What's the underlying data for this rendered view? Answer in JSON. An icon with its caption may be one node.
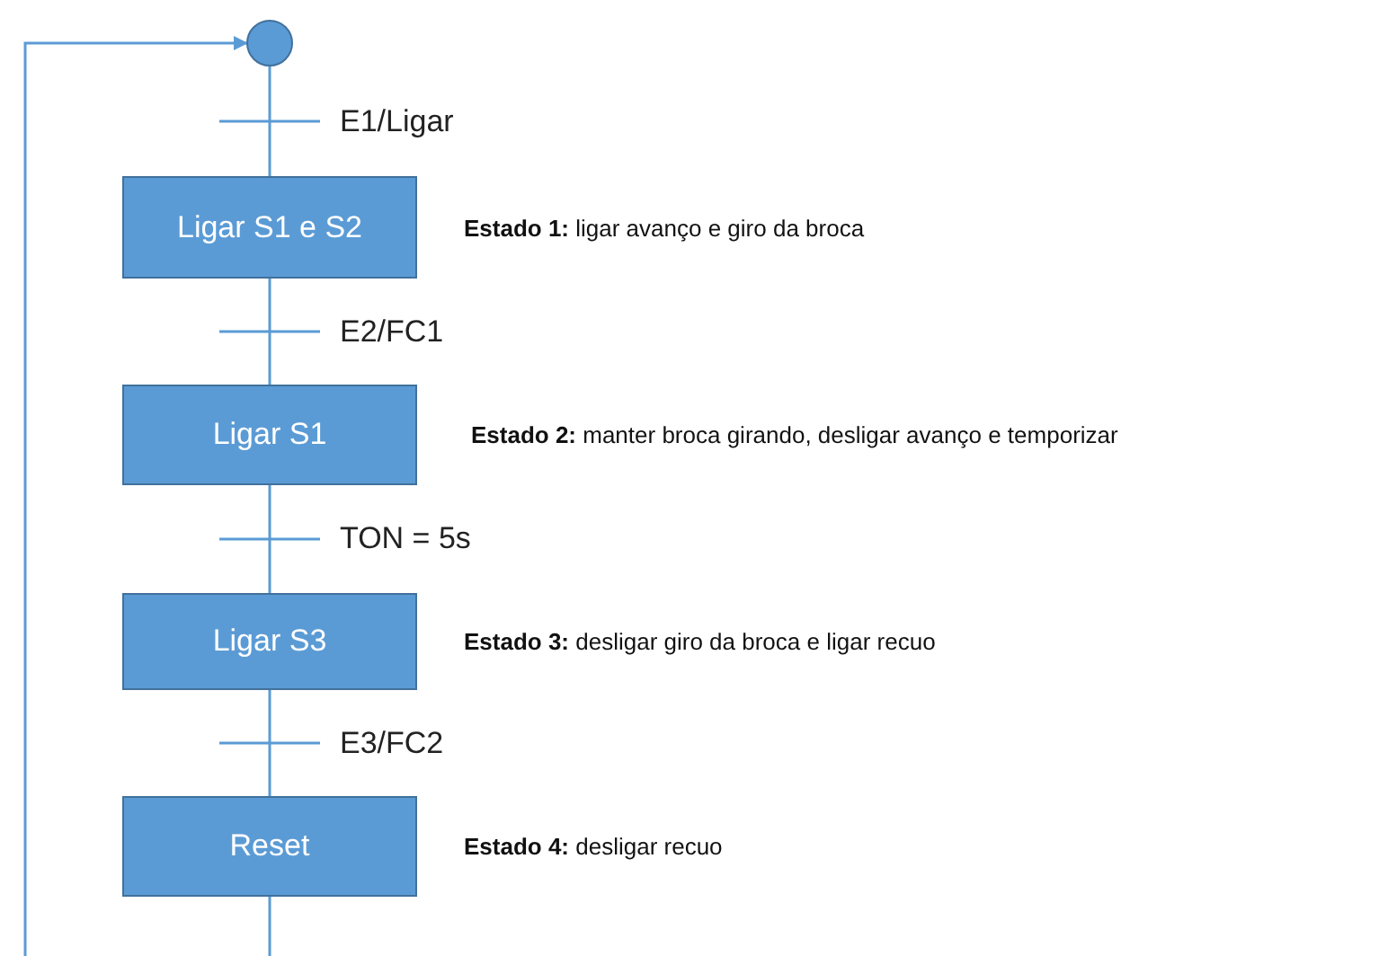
{
  "diagram": {
    "nodes": [
      {
        "text": [],
        "shape": "circle"
      },
      {
        "text": [
          "Ligar S1 e S2"
        ],
        "beside": [
          "**Estado 1:** ligar avanço e giro da broca"
        ]
      },
      {
        "text": [
          "Ligar S1"
        ],
        "beside": [
          "**Estado 2:** manter broca girando, desligar avanço e temporizar"
        ]
      },
      {
        "text": [
          "Ligar S3"
        ],
        "beside": [
          "**Estado 3:** desligar giro da broca e ligar recuo"
        ]
      },
      {
        "text": [
          "Reset"
        ],
        "beside": [
          "**Estado 4:** desligar recuo"
        ]
      }
    ],
    "edges": [
      {
        "from": 0,
        "to": 1,
        "arrow": "none",
        "label": "E1/Ligar"
      },
      {
        "from": 1,
        "to": 2,
        "arrow": "none",
        "label": "E2/FC1"
      },
      {
        "from": 2,
        "to": 3,
        "arrow": "none",
        "label": "TON = 5s"
      },
      {
        "from": 3,
        "to": 4,
        "arrow": "none",
        "label": "E3/FC2"
      },
      {
        "from": 4,
        "to": 0,
        "arrow": "to"
      }
    ]
  }
}
